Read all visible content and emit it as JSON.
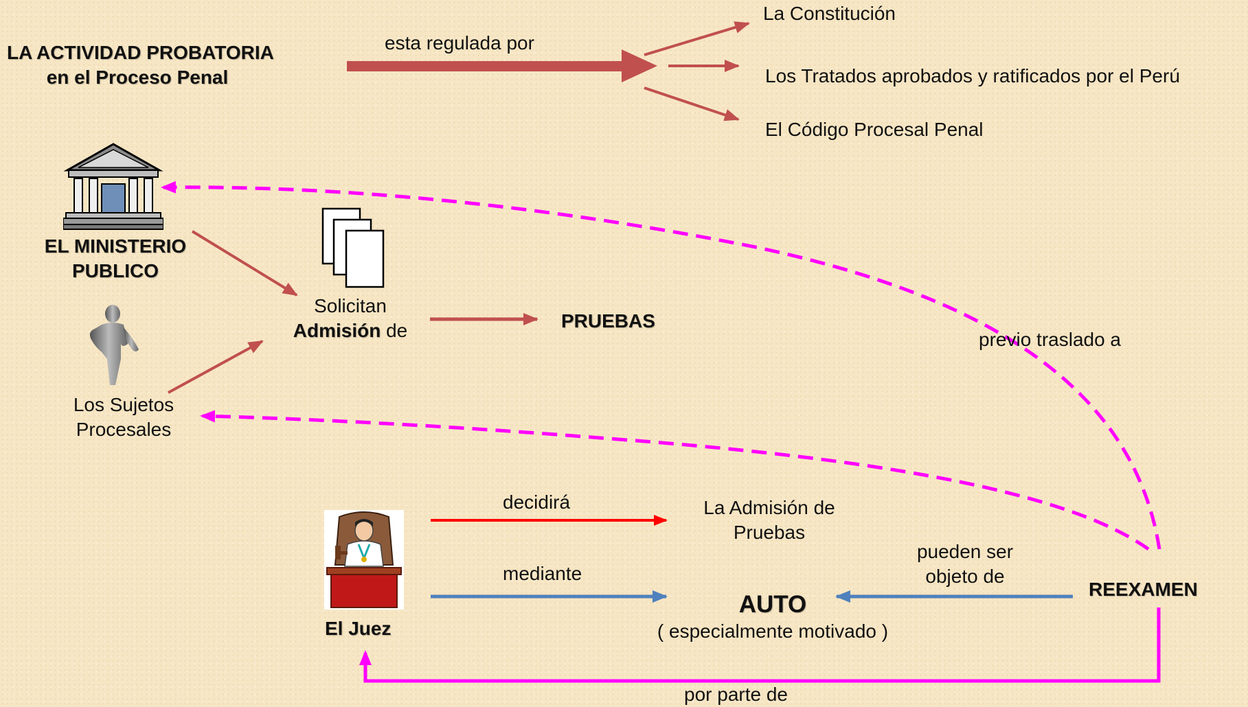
{
  "title": {
    "line1": "LA ACTIVIDAD PROBATORIA",
    "line2": "en el Proceso Penal"
  },
  "regulated_by_label": "esta regulada por",
  "sources": {
    "constitution": "La Constitución",
    "treaties": "Los Tratados aprobados y ratificados por el Perú",
    "code": "El Código Procesal Penal"
  },
  "ministerio": {
    "line1": "EL MINISTERIO",
    "line2": "PUBLICO"
  },
  "sujetos": {
    "line1": "Los Sujetos",
    "line2": "Procesales"
  },
  "solicitan": {
    "line1": "Solicitan",
    "admision": "Admisión",
    "de": "de"
  },
  "pruebas": "PRUEBAS",
  "previo_traslado": "previo traslado a",
  "juez": "El Juez",
  "decidira": "decidirá",
  "admision_pruebas": {
    "line1": "La Admisión de",
    "line2": "Pruebas"
  },
  "mediante": "mediante",
  "auto": {
    "title": "AUTO",
    "subtitle": "( especialmente motivado )"
  },
  "pueden_ser": {
    "line1": "pueden ser",
    "line2": "objeto de"
  },
  "reexamen": "REEXAMEN",
  "por_parte_de": "por parte de",
  "colors": {
    "brown_arrow": "#c0504d",
    "magenta": "#ff00ff",
    "red": "#ff0000",
    "blue": "#4f81bd",
    "background": "#f7e6c4"
  }
}
